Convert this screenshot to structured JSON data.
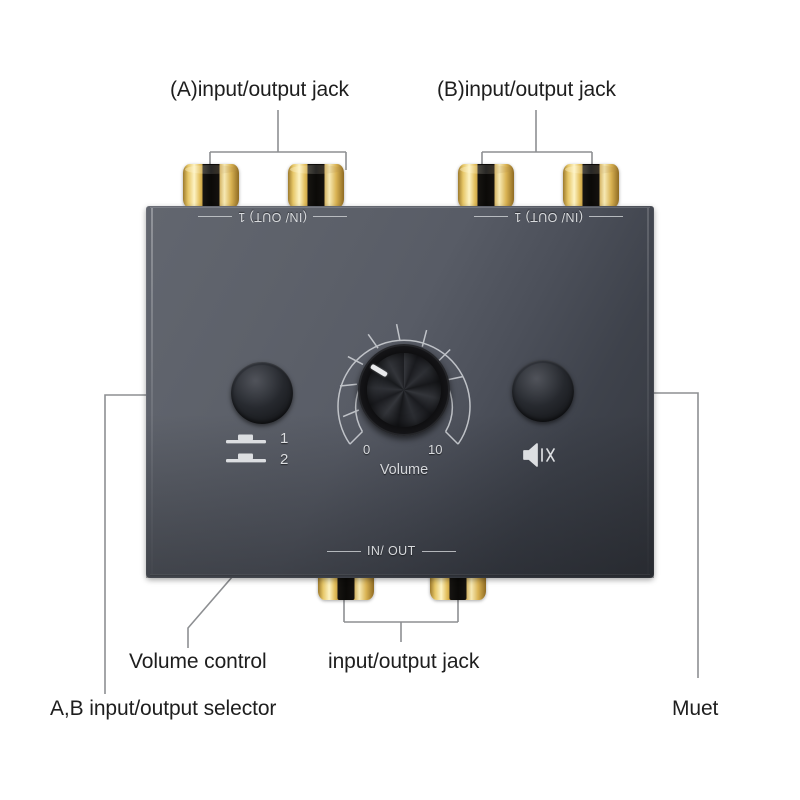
{
  "figure": {
    "kind": "annotated-product-photo",
    "subject": "audio input/output switcher box with volume knob"
  },
  "callouts": [
    {
      "id": "jack-a",
      "label": "(A)input/output jack"
    },
    {
      "id": "jack-b",
      "label": "(B)input/output jack"
    },
    {
      "id": "volume",
      "label": "Volume control"
    },
    {
      "id": "jack-bottom",
      "label": "input/output jack"
    },
    {
      "id": "selector",
      "label": "A,B input/output selector"
    },
    {
      "id": "mute",
      "label": "Muet"
    }
  ],
  "device": {
    "panel_color": "#5d616a",
    "panel_color_dark": "#35383f",
    "silkscreen": {
      "top_left_jacks": "(IN/ OUT) 1",
      "top_right_jacks": "(IN/ OUT) 1",
      "bottom_jacks": "IN/ OUT"
    },
    "knob": {
      "caption": "Volume",
      "min_label": "0",
      "max_label": "10",
      "scale_segments": 9,
      "pointer_position_pct": 18
    },
    "selector_button": {
      "icon": "ab-selector-icon",
      "option_1": "1",
      "option_2": "2"
    },
    "mute_button": {
      "icon": "speaker-mute-icon"
    },
    "jacks": {
      "top_count": 4,
      "bottom_count": 2,
      "color": "#e3bf5d"
    }
  },
  "style": {
    "leader_line_color": "#8d8f92",
    "text_color": "#1e1e1e",
    "background": "#ffffff"
  }
}
